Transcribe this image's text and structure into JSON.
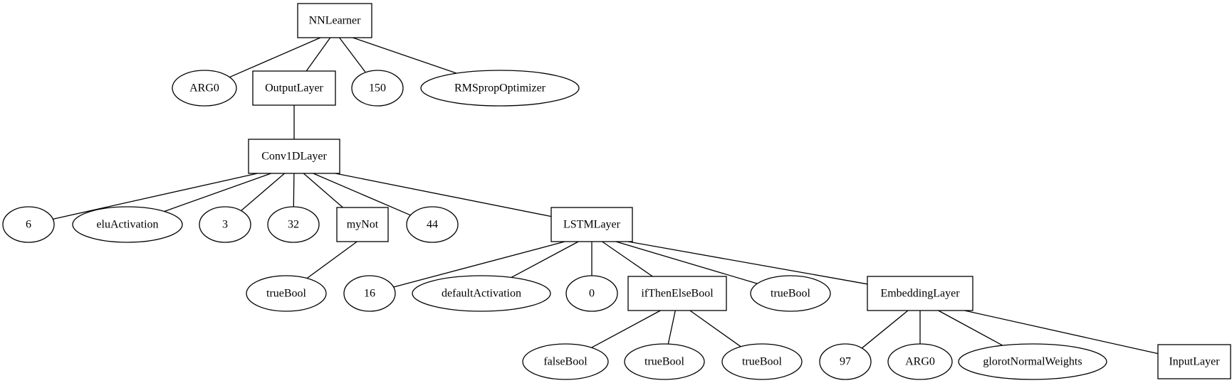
{
  "nodes": [
    {
      "id": "n0",
      "label": "NNLearner",
      "shape": "box"
    },
    {
      "id": "n1",
      "label": "ARG0",
      "shape": "ellipse"
    },
    {
      "id": "n2",
      "label": "OutputLayer",
      "shape": "box"
    },
    {
      "id": "n3",
      "label": "150",
      "shape": "ellipse"
    },
    {
      "id": "n4",
      "label": "RMSpropOptimizer",
      "shape": "ellipse"
    },
    {
      "id": "n5",
      "label": "Conv1DLayer",
      "shape": "box"
    },
    {
      "id": "n6",
      "label": "6",
      "shape": "ellipse"
    },
    {
      "id": "n7",
      "label": "eluActivation",
      "shape": "ellipse"
    },
    {
      "id": "n8",
      "label": "3",
      "shape": "ellipse"
    },
    {
      "id": "n9",
      "label": "32",
      "shape": "ellipse"
    },
    {
      "id": "n10",
      "label": "myNot",
      "shape": "box"
    },
    {
      "id": "n11",
      "label": "44",
      "shape": "ellipse"
    },
    {
      "id": "n12",
      "label": "LSTMLayer",
      "shape": "box"
    },
    {
      "id": "n13",
      "label": "trueBool",
      "shape": "ellipse"
    },
    {
      "id": "n14",
      "label": "16",
      "shape": "ellipse"
    },
    {
      "id": "n15",
      "label": "defaultActivation",
      "shape": "ellipse"
    },
    {
      "id": "n16",
      "label": "0",
      "shape": "ellipse"
    },
    {
      "id": "n17",
      "label": "ifThenElseBool",
      "shape": "box"
    },
    {
      "id": "n18",
      "label": "trueBool",
      "shape": "ellipse"
    },
    {
      "id": "n19",
      "label": "EmbeddingLayer",
      "shape": "box"
    },
    {
      "id": "n20",
      "label": "falseBool",
      "shape": "ellipse"
    },
    {
      "id": "n21",
      "label": "trueBool",
      "shape": "ellipse"
    },
    {
      "id": "n22",
      "label": "trueBool",
      "shape": "ellipse"
    },
    {
      "id": "n23",
      "label": "97",
      "shape": "ellipse"
    },
    {
      "id": "n24",
      "label": "ARG0",
      "shape": "ellipse"
    },
    {
      "id": "n25",
      "label": "glorotNormalWeights",
      "shape": "ellipse"
    },
    {
      "id": "n26",
      "label": "InputLayer",
      "shape": "box"
    }
  ],
  "edges": [
    [
      "n0",
      "n1"
    ],
    [
      "n0",
      "n2"
    ],
    [
      "n0",
      "n3"
    ],
    [
      "n0",
      "n4"
    ],
    [
      "n2",
      "n5"
    ],
    [
      "n5",
      "n6"
    ],
    [
      "n5",
      "n7"
    ],
    [
      "n5",
      "n8"
    ],
    [
      "n5",
      "n9"
    ],
    [
      "n5",
      "n10"
    ],
    [
      "n5",
      "n11"
    ],
    [
      "n5",
      "n12"
    ],
    [
      "n10",
      "n13"
    ],
    [
      "n12",
      "n14"
    ],
    [
      "n12",
      "n15"
    ],
    [
      "n12",
      "n16"
    ],
    [
      "n12",
      "n17"
    ],
    [
      "n12",
      "n18"
    ],
    [
      "n12",
      "n19"
    ],
    [
      "n17",
      "n20"
    ],
    [
      "n17",
      "n21"
    ],
    [
      "n17",
      "n22"
    ],
    [
      "n19",
      "n23"
    ],
    [
      "n19",
      "n24"
    ],
    [
      "n19",
      "n25"
    ],
    [
      "n19",
      "n26"
    ]
  ]
}
